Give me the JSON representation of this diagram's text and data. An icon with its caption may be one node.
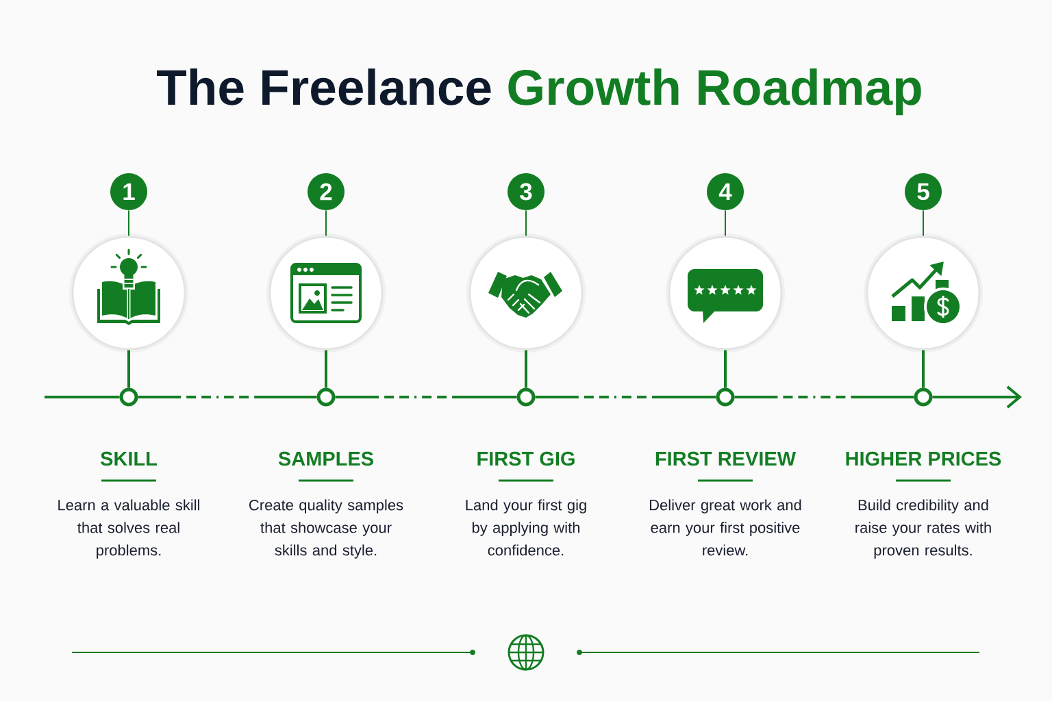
{
  "diagram": {
    "title": "The Freelance Growth Roadmap",
    "nodes": [
      {
        "text": [
          "1"
        ]
      },
      {
        "text": [],
        "shape": "circle"
      },
      {
        "text": [],
        "shape": "circle",
        "beside": [
          "SKILL",
          "Learn a valuable skill that solves real problems."
        ]
      },
      {
        "text": [
          "2"
        ]
      },
      {
        "text": [],
        "shape": "circle"
      },
      {
        "text": [],
        "shape": "circle",
        "beside": [
          "SAMPLES",
          "Create quality samples that showcase your skills and style."
        ]
      },
      {
        "text": [
          "3"
        ]
      },
      {
        "text": [],
        "shape": "circle"
      },
      {
        "text": [],
        "shape": "circle",
        "beside": [
          "FIRST GIG",
          "Land your first gig by applying with confidence."
        ]
      },
      {
        "text": [
          "4"
        ]
      },
      {
        "text": [],
        "shape": "circle"
      },
      {
        "text": [],
        "shape": "circle",
        "beside": [
          "FIRST REVIEW",
          "Deliver great work and earn your first positive review."
        ]
      },
      {
        "text": [
          "5"
        ]
      },
      {
        "text": [],
        "shape": "circle"
      },
      {
        "text": [],
        "shape": "circle",
        "beside": [
          "HIGHER PRICES",
          "Build credibility and raise your rates with proven results."
        ]
      }
    ],
    "edges": [
      {
        "from": 0,
        "to": 1,
        "arrow": "none"
      },
      {
        "from": 1,
        "to": 2,
        "arrow": "none"
      },
      {
        "from": 3,
        "to": 4,
        "arrow": "none"
      },
      {
        "from": 4,
        "to": 5,
        "arrow": "none"
      },
      {
        "from": 6,
        "to": 7,
        "arrow": "none"
      },
      {
        "from": 7,
        "to": 8,
        "arrow": "none"
      },
      {
        "from": 9,
        "to": 10,
        "arrow": "none"
      },
      {
        "from": 10,
        "to": 11,
        "arrow": "none"
      },
      {
        "from": 12,
        "to": 13,
        "arrow": "none"
      },
      {
        "from": 13,
        "to": 14,
        "arrow": "none"
      },
      {
        "from": null,
        "to": 2,
        "arrow": "none"
      },
      {
        "from": 2,
        "to": 5,
        "arrow": "none",
        "style": "dashed"
      },
      {
        "from": 5,
        "to": 8,
        "arrow": "none",
        "style": "dashed"
      },
      {
        "from": 8,
        "to": 11,
        "arrow": "none",
        "style": "dashed"
      },
      {
        "from": 11,
        "to": 14,
        "arrow": "none",
        "style": "dashed"
      },
      {
        "from": 14,
        "to": null,
        "arrow": "to"
      }
    ]
  }
}
